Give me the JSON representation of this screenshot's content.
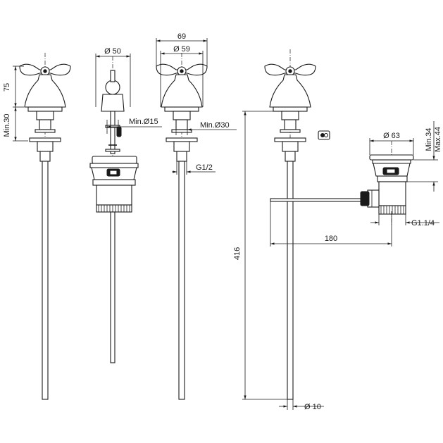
{
  "dimensions": {
    "tap_height": "75",
    "min_30": "Min.30",
    "diameter_50": "Ø 50",
    "min_hole_15": "Min.Ø15",
    "width_69": "69",
    "diameter_59": "Ø 59",
    "min_hole_30": "Min.Ø30",
    "thread_g12": "G1/2",
    "total_416": "416",
    "diameter_10": "Ø 10",
    "diameter_63": "Ø 63",
    "min_34": "Min.34",
    "max_44": "Max.44",
    "length_180": "180",
    "thread_g114": "G1.1/4"
  },
  "colors": {
    "line": "#1a1a1a",
    "background": "#ffffff"
  }
}
